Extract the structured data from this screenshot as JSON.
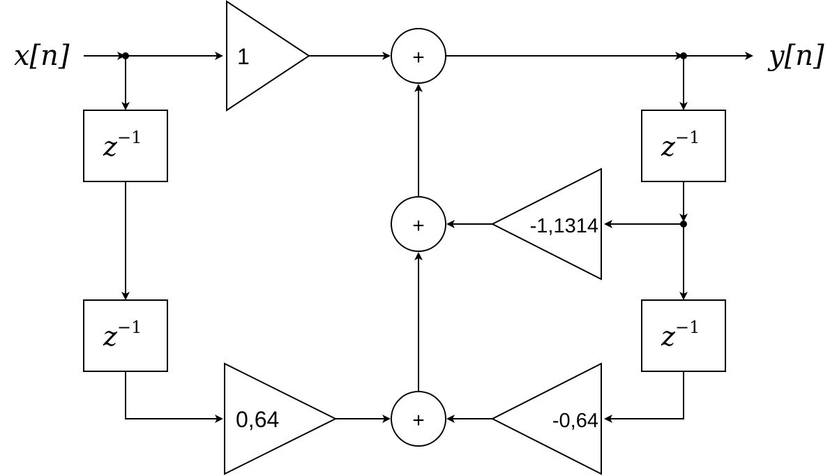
{
  "signals": {
    "input": "x[n]",
    "output": "y[n]"
  },
  "delay_label": "z",
  "delay_exponent": "−1",
  "adder_symbol": "+",
  "gains": {
    "b0": "1",
    "b2": "0,64",
    "a1": "-1,1314",
    "a2": "-0,64"
  }
}
